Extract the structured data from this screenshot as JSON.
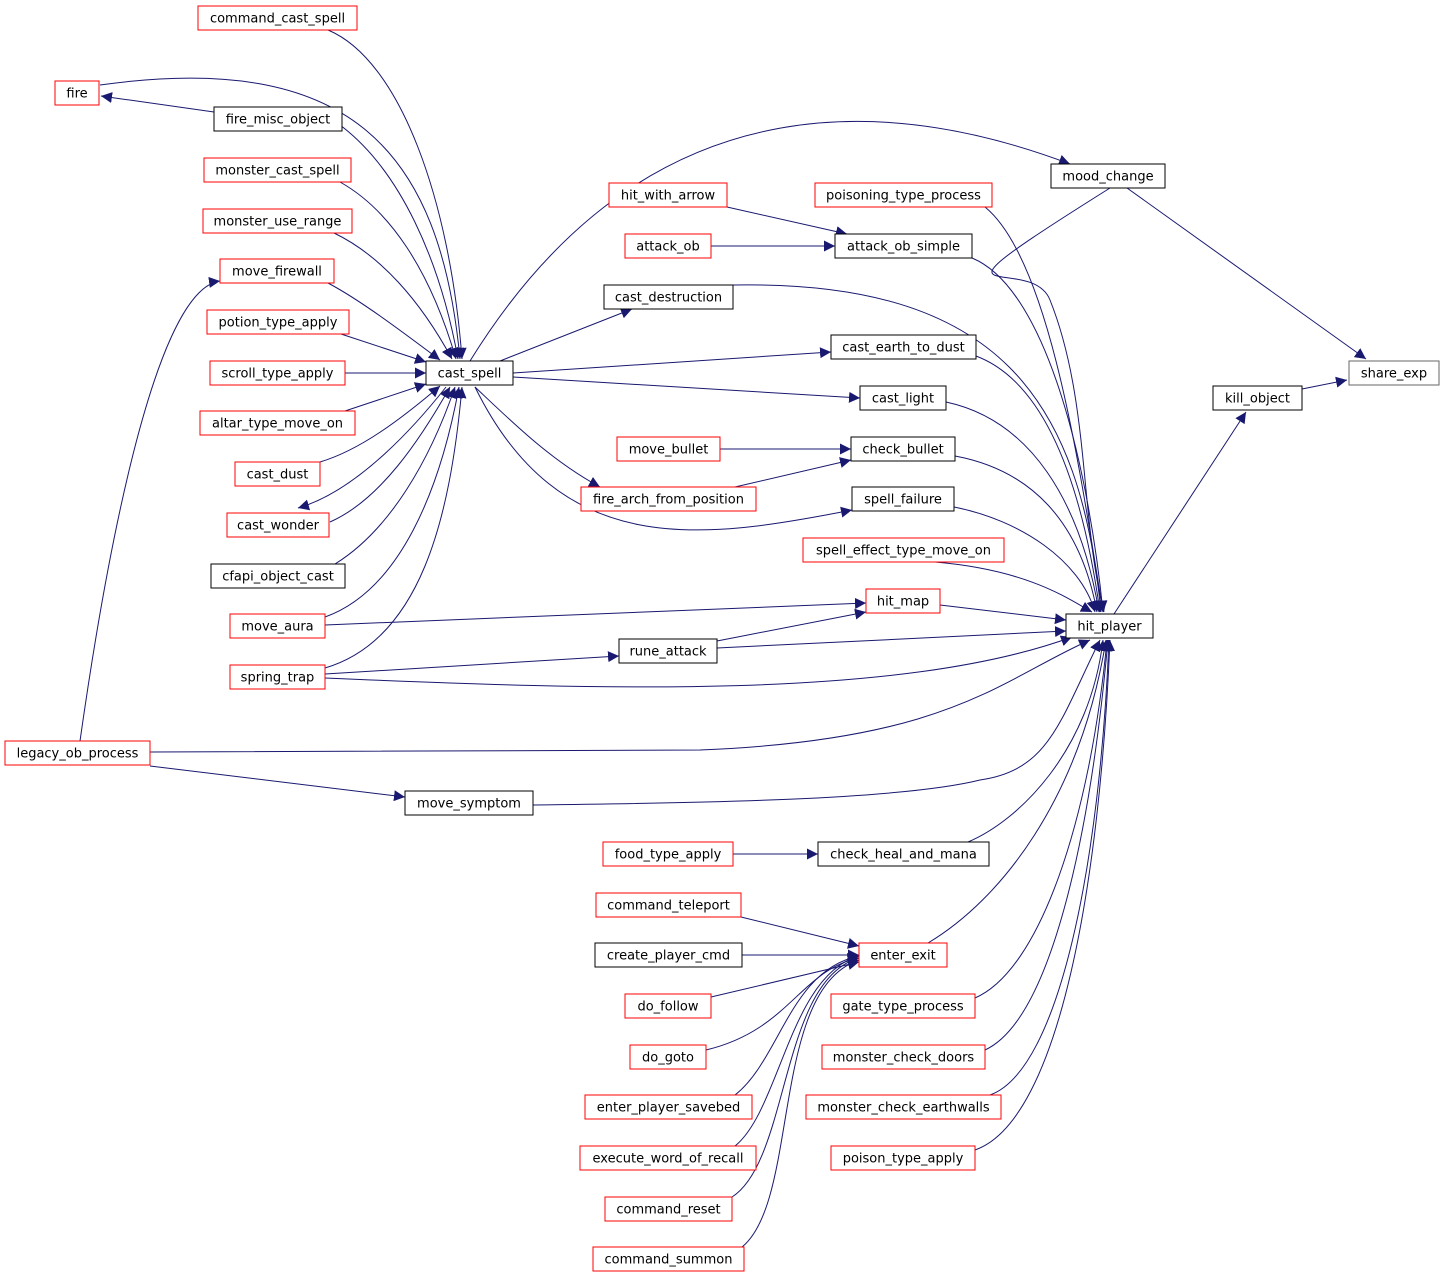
{
  "colors": {
    "edge": "#191970",
    "border_black": "#000000",
    "border_red": "#ff0000",
    "focus_fill": "#bfbfbf"
  },
  "nodes": [
    {
      "id": "share_exp",
      "label": "share_exp",
      "style": "focus"
    },
    {
      "id": "kill_object",
      "label": "kill_object",
      "style": "black"
    },
    {
      "id": "mood_change",
      "label": "mood_change",
      "style": "black"
    },
    {
      "id": "hit_player",
      "label": "hit_player",
      "style": "black"
    },
    {
      "id": "command_cast_spell",
      "label": "command_cast_spell",
      "style": "red"
    },
    {
      "id": "fire",
      "label": "fire",
      "style": "red"
    },
    {
      "id": "fire_misc_object",
      "label": "fire_misc_object",
      "style": "black"
    },
    {
      "id": "monster_cast_spell",
      "label": "monster_cast_spell",
      "style": "red"
    },
    {
      "id": "monster_use_range",
      "label": "monster_use_range",
      "style": "red"
    },
    {
      "id": "move_firewall",
      "label": "move_firewall",
      "style": "red"
    },
    {
      "id": "potion_type_apply",
      "label": "potion_type_apply",
      "style": "red"
    },
    {
      "id": "scroll_type_apply",
      "label": "scroll_type_apply",
      "style": "red"
    },
    {
      "id": "altar_type_move_on",
      "label": "altar_type_move_on",
      "style": "red"
    },
    {
      "id": "cast_dust",
      "label": "cast_dust",
      "style": "red"
    },
    {
      "id": "cast_wonder",
      "label": "cast_wonder",
      "style": "red"
    },
    {
      "id": "cfapi_object_cast",
      "label": "cfapi_object_cast",
      "style": "black"
    },
    {
      "id": "move_aura",
      "label": "move_aura",
      "style": "red"
    },
    {
      "id": "spring_trap",
      "label": "spring_trap",
      "style": "red"
    },
    {
      "id": "legacy_ob_process",
      "label": "legacy_ob_process",
      "style": "red"
    },
    {
      "id": "cast_spell",
      "label": "cast_spell",
      "style": "black"
    },
    {
      "id": "hit_with_arrow",
      "label": "hit_with_arrow",
      "style": "red"
    },
    {
      "id": "attack_ob",
      "label": "attack_ob",
      "style": "red"
    },
    {
      "id": "cast_destruction",
      "label": "cast_destruction",
      "style": "black"
    },
    {
      "id": "move_bullet",
      "label": "move_bullet",
      "style": "red"
    },
    {
      "id": "fire_arch_from_position",
      "label": "fire_arch_from_position",
      "style": "red"
    },
    {
      "id": "rune_attack",
      "label": "rune_attack",
      "style": "black"
    },
    {
      "id": "move_symptom",
      "label": "move_symptom",
      "style": "black"
    },
    {
      "id": "food_type_apply",
      "label": "food_type_apply",
      "style": "red"
    },
    {
      "id": "command_teleport",
      "label": "command_teleport",
      "style": "red"
    },
    {
      "id": "create_player_cmd",
      "label": "create_player_cmd",
      "style": "black"
    },
    {
      "id": "do_follow",
      "label": "do_follow",
      "style": "red"
    },
    {
      "id": "do_goto",
      "label": "do_goto",
      "style": "red"
    },
    {
      "id": "enter_player_savebed",
      "label": "enter_player_savebed",
      "style": "red"
    },
    {
      "id": "execute_word_of_recall",
      "label": "execute_word_of_recall",
      "style": "red"
    },
    {
      "id": "command_reset",
      "label": "command_reset",
      "style": "red"
    },
    {
      "id": "command_summon",
      "label": "command_summon",
      "style": "red"
    },
    {
      "id": "poisoning_type_process",
      "label": "poisoning_type_process",
      "style": "red"
    },
    {
      "id": "attack_ob_simple",
      "label": "attack_ob_simple",
      "style": "black"
    },
    {
      "id": "cast_earth_to_dust",
      "label": "cast_earth_to_dust",
      "style": "black"
    },
    {
      "id": "cast_light",
      "label": "cast_light",
      "style": "black"
    },
    {
      "id": "check_bullet",
      "label": "check_bullet",
      "style": "black"
    },
    {
      "id": "spell_failure",
      "label": "spell_failure",
      "style": "black"
    },
    {
      "id": "spell_effect_type_move_on",
      "label": "spell_effect_type_move_on",
      "style": "red"
    },
    {
      "id": "hit_map",
      "label": "hit_map",
      "style": "red"
    },
    {
      "id": "check_heal_and_mana",
      "label": "check_heal_and_mana",
      "style": "black"
    },
    {
      "id": "enter_exit",
      "label": "enter_exit",
      "style": "red"
    },
    {
      "id": "gate_type_process",
      "label": "gate_type_process",
      "style": "red"
    },
    {
      "id": "monster_check_doors",
      "label": "monster_check_doors",
      "style": "red"
    },
    {
      "id": "monster_check_earthwalls",
      "label": "monster_check_earthwalls",
      "style": "red"
    },
    {
      "id": "poison_type_apply",
      "label": "poison_type_apply",
      "style": "red"
    }
  ]
}
